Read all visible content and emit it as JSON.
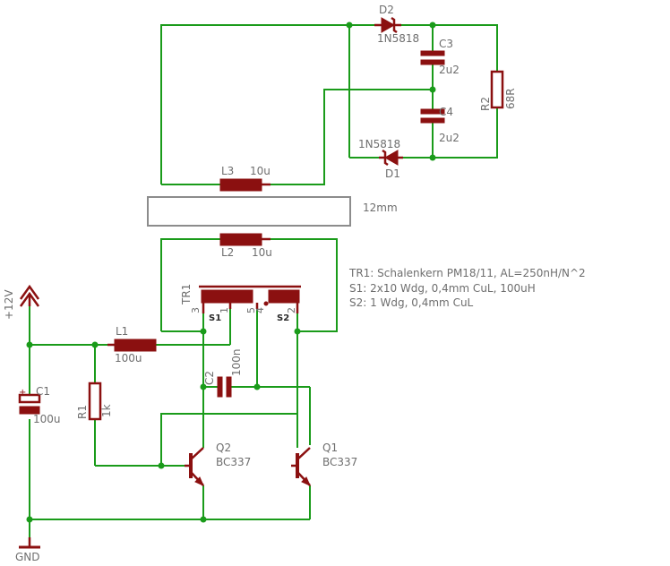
{
  "components": {
    "D2": {
      "name": "D2",
      "value": "1N5818"
    },
    "D1": {
      "name": "D1",
      "value": "1N5818"
    },
    "C3": {
      "name": "C3",
      "value": "2u2"
    },
    "C4": {
      "name": "C4",
      "value": "2u2"
    },
    "R2": {
      "name": "R2",
      "value": "68R"
    },
    "L3": {
      "name": "L3",
      "value": "10u"
    },
    "L2": {
      "name": "L2",
      "value": "10u"
    },
    "L1": {
      "name": "L1",
      "value": "100u"
    },
    "R1": {
      "name": "R1",
      "value": "1k"
    },
    "C1": {
      "name": "C1",
      "value": "100u"
    },
    "C2": {
      "name": "C2",
      "value": "100n"
    },
    "Q2": {
      "name": "Q2",
      "value": "BC337"
    },
    "Q1": {
      "name": "Q1",
      "value": "BC337"
    },
    "TR1": {
      "name": "TR1"
    }
  },
  "gap_label": "12mm",
  "supply_label": "+12V",
  "gnd_label": "GND",
  "transformer_pins": {
    "p3": "3",
    "p1": "1",
    "p5": "5",
    "p4": "4",
    "p2": "2",
    "s1": "S1",
    "s2": "S2"
  },
  "notes": [
    "TR1: Schalenkern PM18/11, AL=250nH/N^2",
    "S1: 2x10 Wdg, 0,4mm CuL, 100uH",
    "S2: 1 Wdg, 0,4mm CuL"
  ],
  "colors": {
    "wire": "#1a9b1a",
    "component": "#8b1010",
    "text": "#6e6e6e",
    "frame": "#8c8c8c"
  }
}
